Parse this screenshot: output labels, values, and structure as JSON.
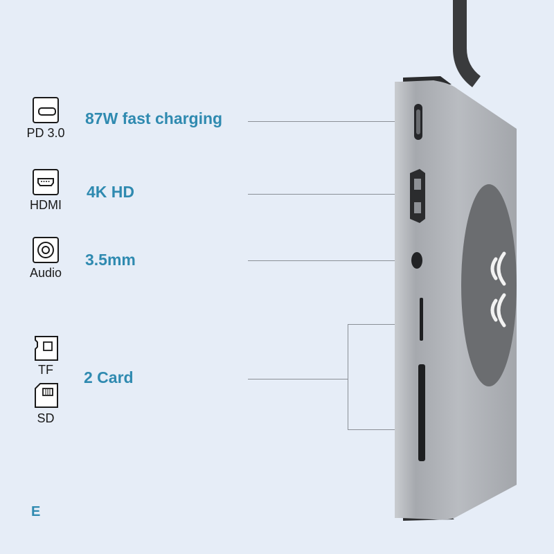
{
  "features": [
    {
      "icon": "usb-c-icon",
      "caption": "PD 3.0",
      "label": "87W fast charging"
    },
    {
      "icon": "hdmi-icon",
      "caption": "HDMI",
      "label": "4K HD"
    },
    {
      "icon": "audio-jack-icon",
      "caption": "Audio",
      "label": "3.5mm"
    },
    {
      "icon": "tf-card-icon",
      "caption": "TF",
      "label": "2 Card"
    },
    {
      "icon": "sd-card-icon",
      "caption": "SD",
      "label": ""
    }
  ],
  "brand_mark": "E",
  "colors": {
    "background": "#e6edf7",
    "label_blue": "#2f8ab0",
    "device_grey": "#a8abb0",
    "charging_pad": "#6b6d70"
  }
}
